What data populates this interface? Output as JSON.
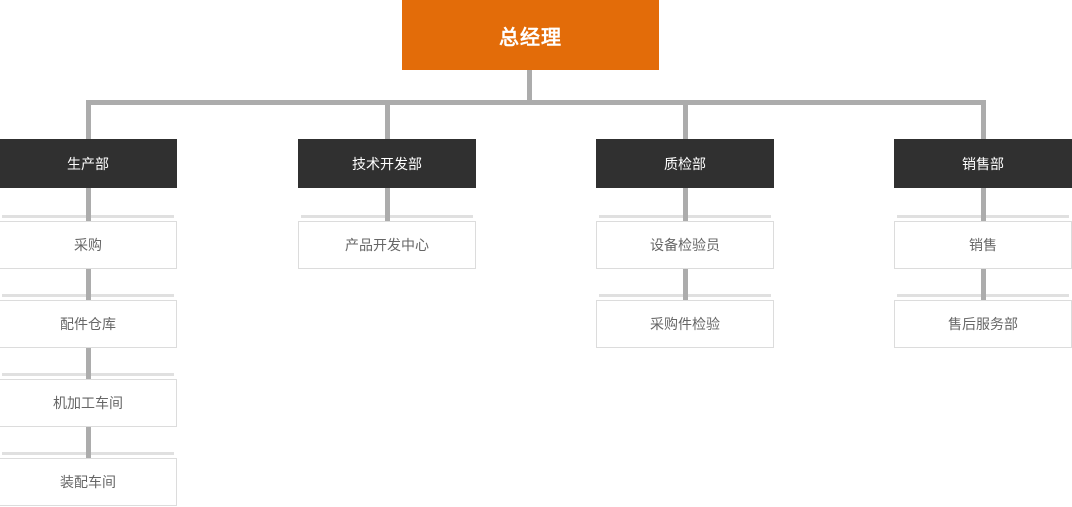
{
  "chart_data": {
    "type": "org-chart",
    "root": {
      "label": "总经理"
    },
    "columns": [
      {
        "dept": "生产部",
        "children": [
          "采购",
          "配件仓库",
          "机加工车间",
          "装配车间"
        ]
      },
      {
        "dept": "技术开发部",
        "children": [
          "产品开发中心"
        ]
      },
      {
        "dept": "质检部",
        "children": [
          "设备检验员",
          "采购件检验"
        ]
      },
      {
        "dept": "销售部",
        "children": [
          "销售",
          "售后服务部"
        ]
      }
    ],
    "colors": {
      "root_bg": "#E36C09",
      "root_text": "#FFFFFF",
      "dept_bg": "#303030",
      "dept_text": "#FFFFFF",
      "leaf_bg": "#FFFFFF",
      "leaf_border": "#DCDCDC",
      "leaf_text": "#666666",
      "connector": "#ACACAC"
    }
  }
}
